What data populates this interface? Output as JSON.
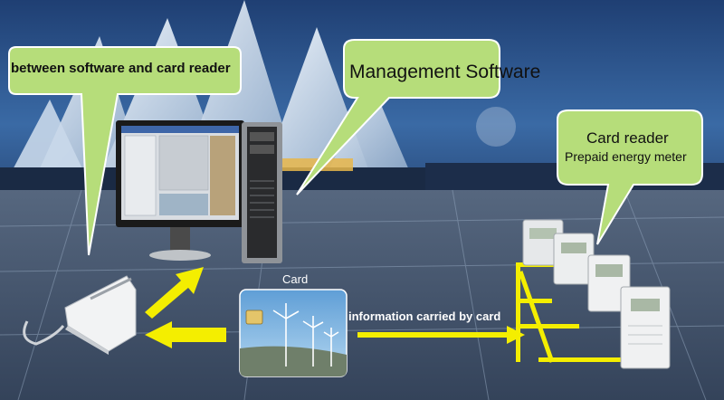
{
  "callouts": {
    "between": "between software and card reader",
    "management": "Management Software",
    "card_reader": "Card reader",
    "prepaid_meter": "Prepaid energy meter"
  },
  "labels": {
    "card": "Card",
    "information": "information carried by card"
  },
  "colors": {
    "callout_fill": "#b6dd7a",
    "arrow_yellow": "#f4ee00",
    "sky_top": "#2a4e86",
    "floor": "#44566f"
  },
  "icons": [
    "lotus-temple-illustration",
    "monitor-icon",
    "pc-tower-icon",
    "card-reader-device-icon",
    "smart-card-icon",
    "energy-meter-icon"
  ]
}
